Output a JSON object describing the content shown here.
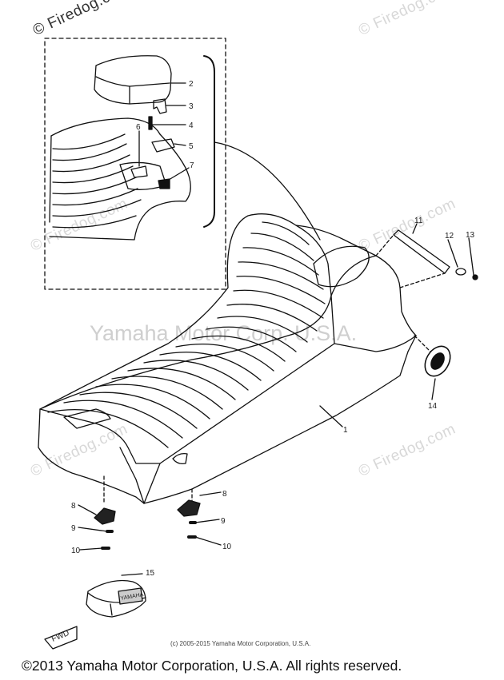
{
  "watermarks": {
    "firedog": "© Firedog.com",
    "center": "Yamaha Motor Corp. U.S.A."
  },
  "callouts": [
    "1",
    "2",
    "3",
    "4",
    "5",
    "6",
    "7",
    "8",
    "9",
    "10",
    "11",
    "12",
    "13",
    "14",
    "15"
  ],
  "fwd_label": "FWD",
  "emblem_label": "YAMAHA",
  "small_copyright": "(c) 2005-2015 Yamaha Motor Corporation, U.S.A.",
  "footer": "©2013 Yamaha Motor Corporation, U.S.A. All rights reserved."
}
